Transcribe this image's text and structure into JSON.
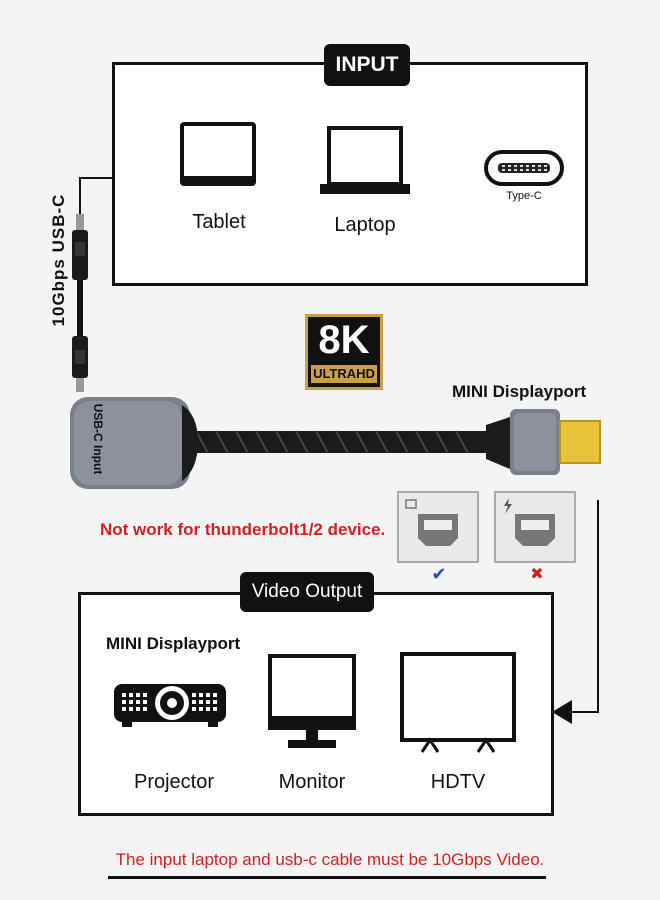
{
  "input_section": {
    "title": "INPUT",
    "devices": [
      {
        "label": "Tablet",
        "icon": "tablet-icon"
      },
      {
        "label": "Laptop",
        "icon": "laptop-icon"
      },
      {
        "label": "Type-C",
        "icon": "usb-c-port-icon"
      }
    ]
  },
  "cable": {
    "label": "10Gbps USB-C",
    "badge_top": "8K",
    "badge_bottom": "ULTRAHD",
    "adapter_text": "USB-C Input",
    "output_label": "MINI Displayport"
  },
  "compatibility": {
    "warning": "Not work for thunderbolt1/2 device.",
    "ok_mark": "✔",
    "bad_mark": "✖"
  },
  "output_section": {
    "title": "Video Output",
    "subtitle": "MINI Displayport",
    "devices": [
      {
        "label": "Projector",
        "icon": "projector-icon"
      },
      {
        "label": "Monitor",
        "icon": "monitor-icon"
      },
      {
        "label": "HDTV",
        "icon": "tv-icon"
      }
    ]
  },
  "footer_note": "The input laptop and usb-c cable must be 10Gbps Video.",
  "colors": {
    "warning": "#d21f1f",
    "check": "#1f4fbf",
    "badge_gold": "#c9a04a"
  }
}
